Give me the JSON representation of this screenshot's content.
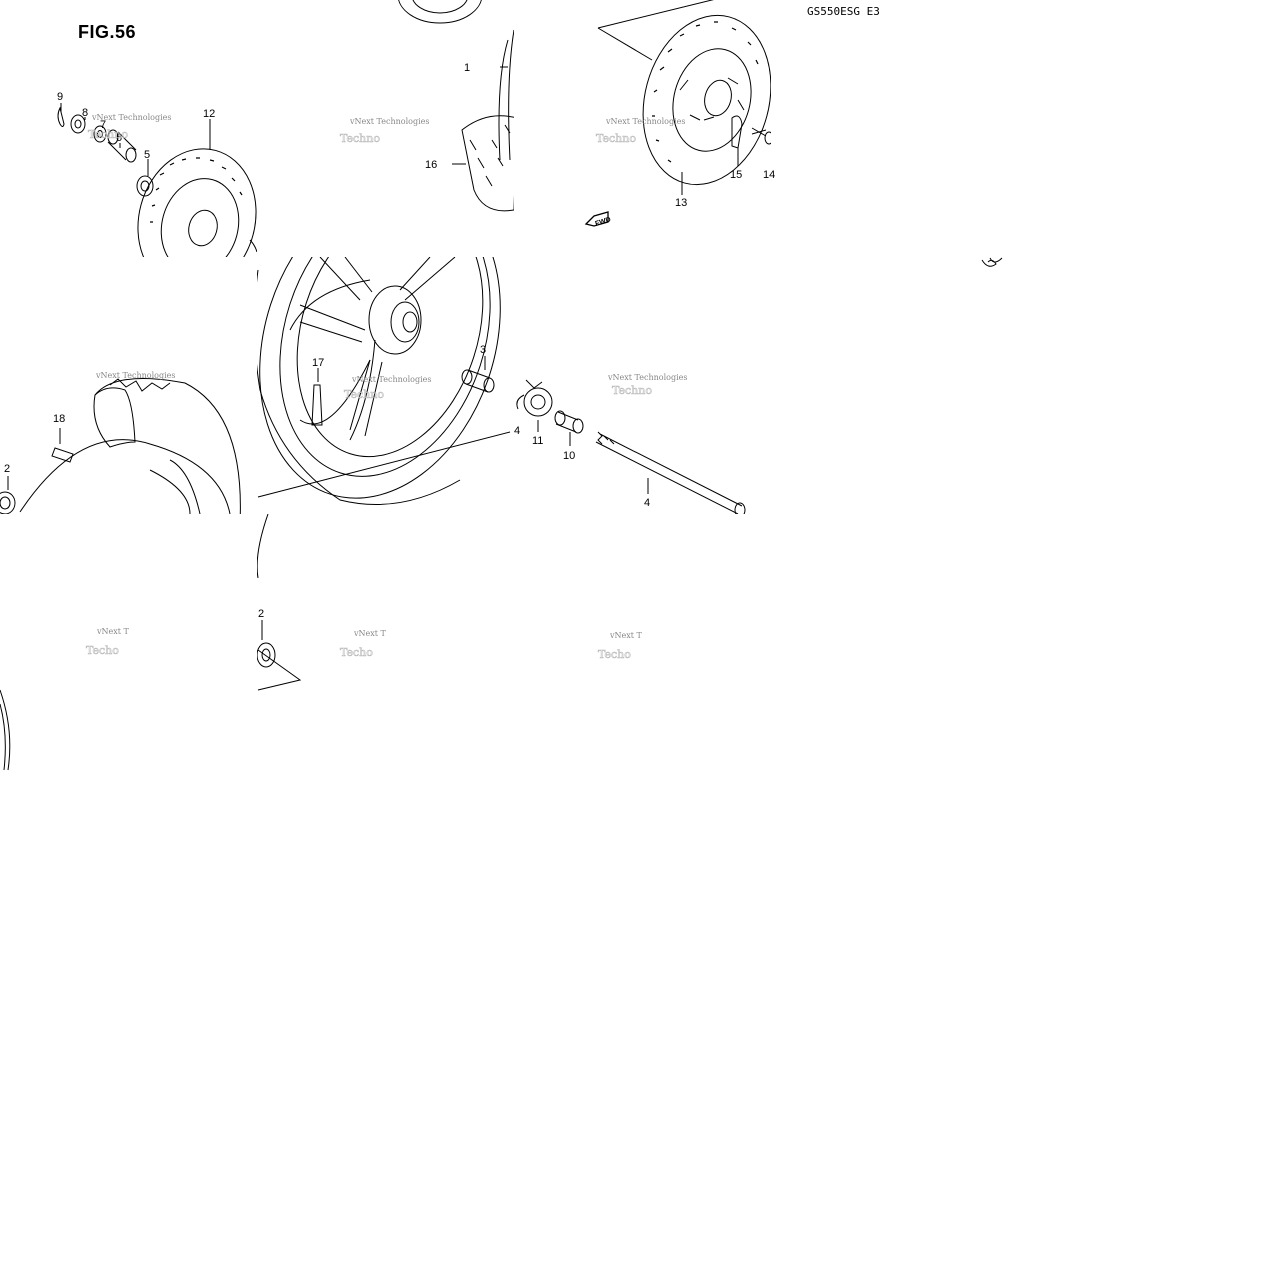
{
  "figure": {
    "title": "FIG.56",
    "model_code": "GS550ESG E3"
  },
  "callouts": [
    "9",
    "8",
    "7",
    "6",
    "5",
    "12",
    "1",
    "16",
    "13",
    "15",
    "14",
    "17",
    "3",
    "11",
    "10",
    "4",
    "4",
    "18",
    "2",
    "2"
  ],
  "direction_arrow": "FWD",
  "watermark": {
    "line1": "vNext Technologies",
    "line2": "Techno"
  },
  "colors": {
    "ink": "#000000",
    "watermark": "#888888",
    "background": "#ffffff"
  }
}
